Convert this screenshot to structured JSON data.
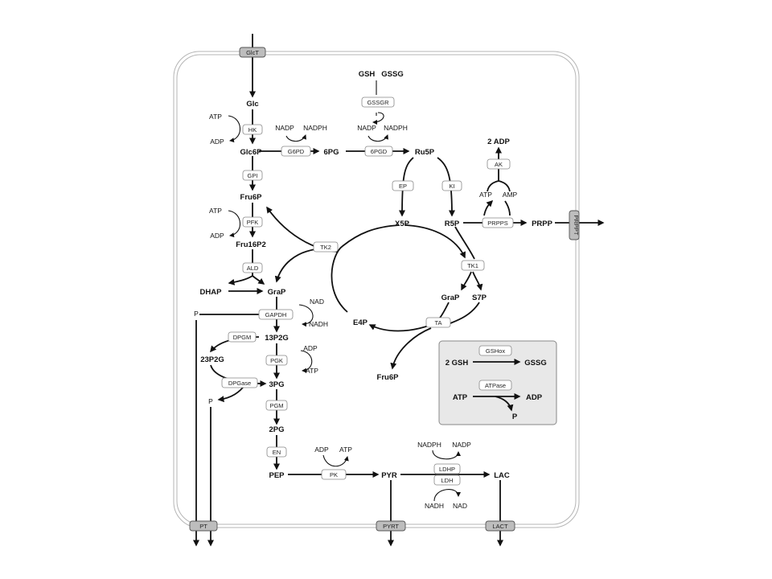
{
  "transporters": {
    "glct": "GlcT",
    "prppt": "PRPPT",
    "pt": "PT",
    "pyrt": "PYRT",
    "lact": "LACT"
  },
  "enzymes": {
    "hk": "HK",
    "gpi": "GPI",
    "pfk": "PFK",
    "ald": "ALD",
    "gapdh": "GAPDH",
    "dpgm": "DPGM",
    "pgk": "PGK",
    "dpgase": "DPGase",
    "pgm": "PGM",
    "en": "EN",
    "pk": "PK",
    "g6pd": "G6PD",
    "pgd6": "6PGD",
    "gssgr": "GSSGR",
    "ep": "EP",
    "ki": "KI",
    "ak": "AK",
    "prpps": "PRPPS",
    "tk2": "TK2",
    "tk1": "TK1",
    "ta": "TA",
    "ldhp": "LDHP",
    "ldh": "LDH",
    "gshox": "GSHox",
    "atpase": "ATPase"
  },
  "metabolites": {
    "glc": "Glc",
    "glc6p": "Glc6P",
    "fru6p": "Fru6P",
    "fru16p2": "Fru16P2",
    "dhap": "DHAP",
    "grap": "GraP",
    "p13p2g": "13P2G",
    "p23p2g": "23P2G",
    "pg3": "3PG",
    "pg2": "2PG",
    "pep": "PEP",
    "pyr": "PYR",
    "lac": "LAC",
    "pg6": "6PG",
    "ru5p": "Ru5P",
    "x5p": "X5P",
    "r5p": "R5P",
    "prpp": "PRPP",
    "grap2": "GraP",
    "s7p": "S7P",
    "e4p": "E4P",
    "fru6p2": "Fru6P",
    "gsh": "GSH",
    "gssg": "GSSG",
    "adp2": "2 ADP",
    "inset_gsh": "2 GSH",
    "inset_gssg": "GSSG",
    "inset_atp": "ATP",
    "inset_adp": "ADP",
    "inset_p": "P"
  },
  "cofactors": {
    "hk_atp": "ATP",
    "hk_adp": "ADP",
    "pfk_atp": "ATP",
    "pfk_adp": "ADP",
    "g6pd_nadp": "NADP",
    "g6pd_nadph": "NADPH",
    "pgd_nadp": "NADP",
    "pgd_nadph": "NADPH",
    "gapdh_nad": "NAD",
    "gapdh_nadh": "NADH",
    "pgk_adp": "ADP",
    "pgk_atp": "ATP",
    "pk_adp": "ADP",
    "pk_atp": "ATP",
    "ldhp_nadph": "NADPH",
    "ldhp_nadp": "NADP",
    "ldh_nadh": "NADH",
    "ldh_nad": "NAD",
    "ak_atp": "ATP",
    "ak_amp": "AMP",
    "p_gapdh": "P",
    "p_dpgase": "P"
  },
  "colors": {
    "membrane": "#b5b5b5",
    "transporter": "#bdbdbd",
    "inset": "#e8e8e8",
    "arrow": "#111111"
  }
}
